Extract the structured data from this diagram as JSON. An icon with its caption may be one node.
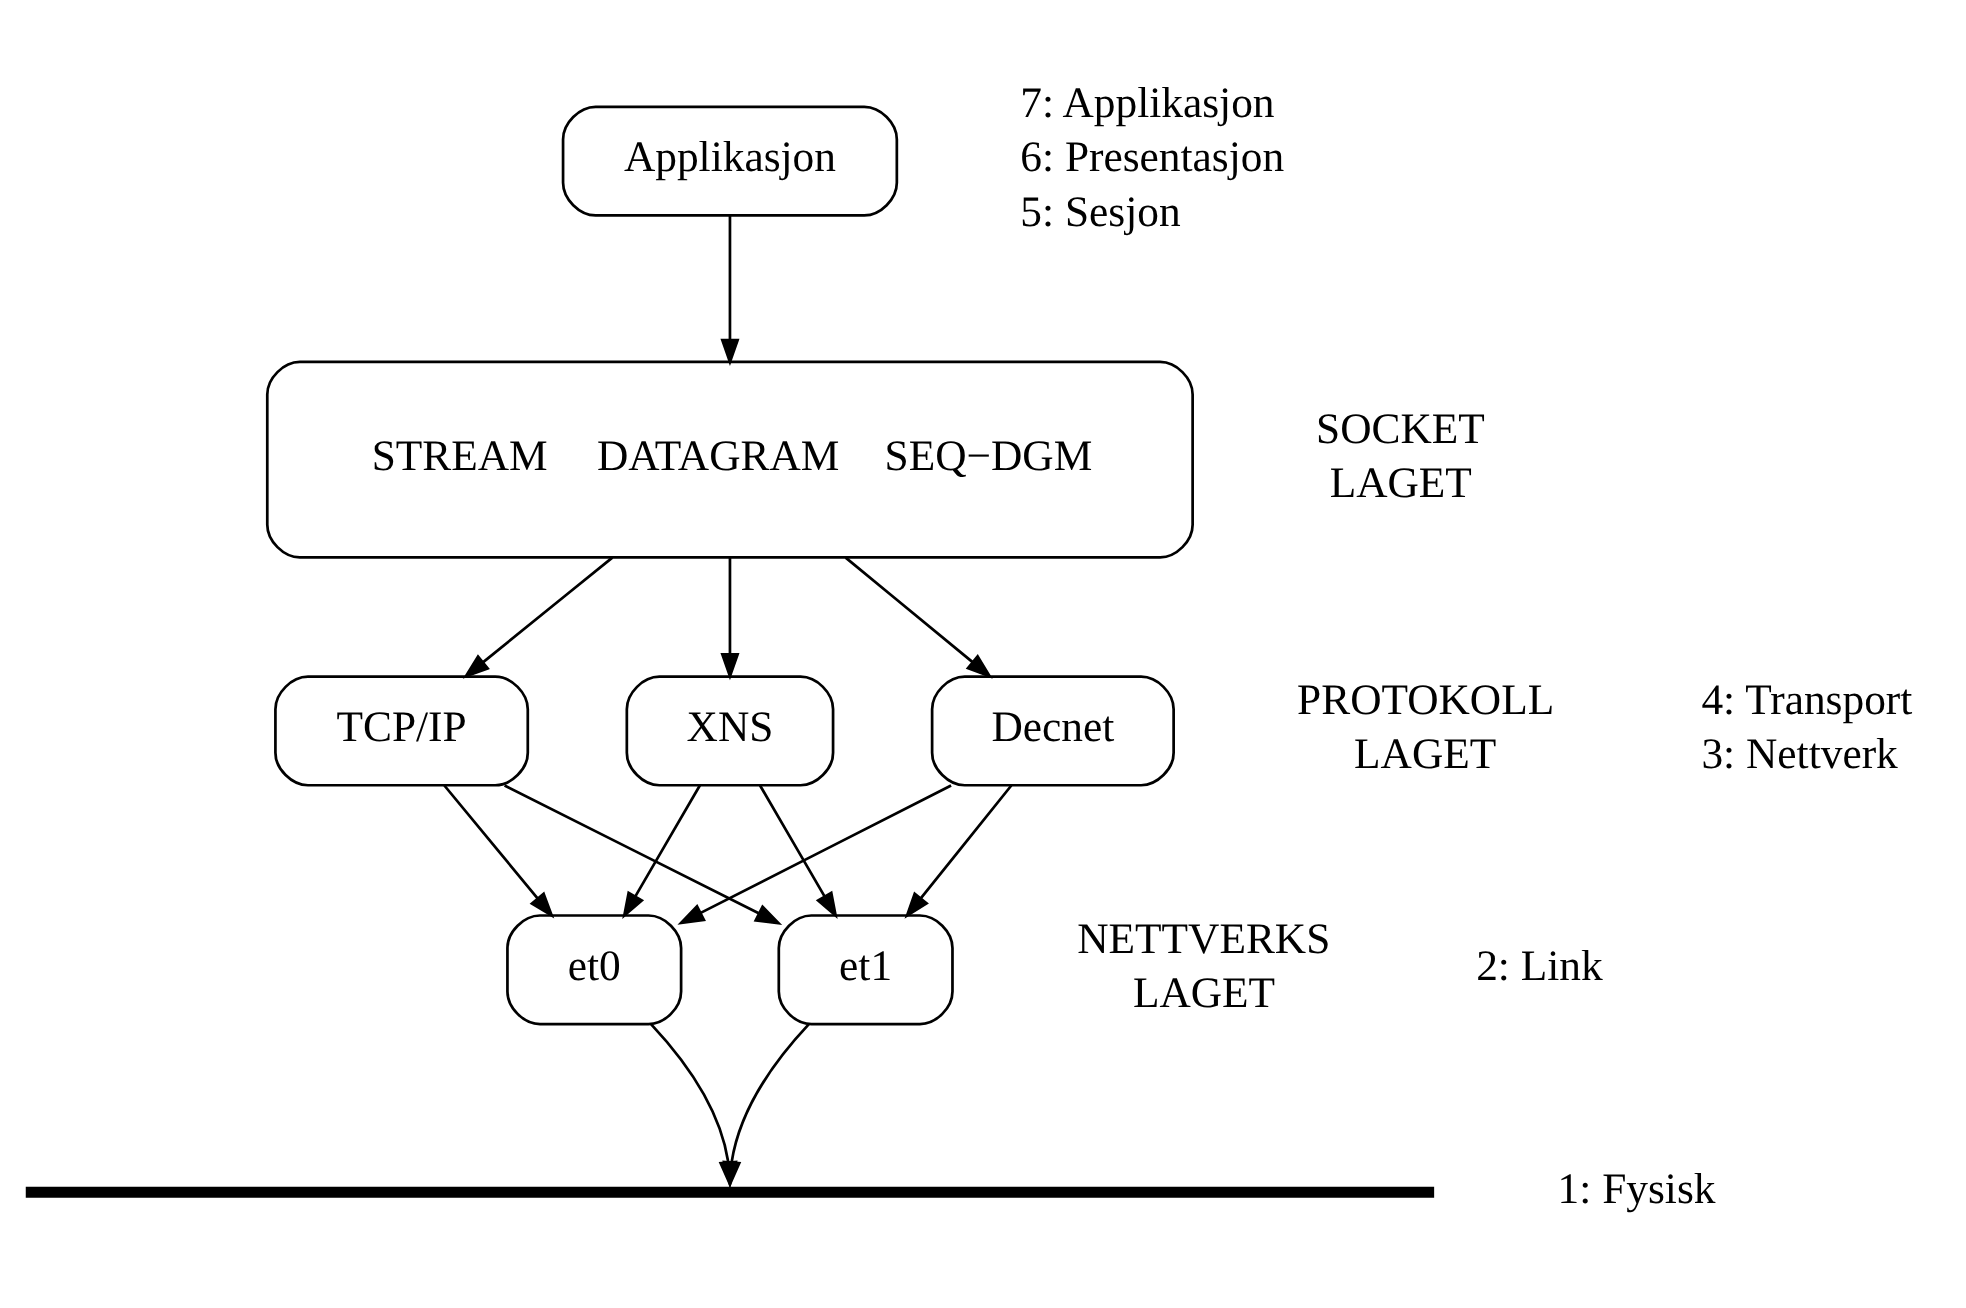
{
  "diagram": {
    "nodes": [
      {
        "text": [
          "Applikasjon"
        ]
      },
      {
        "text": [
          "STREAM",
          "DATAGRAM",
          "SEQ−DGM"
        ]
      },
      {
        "text": [
          "TCP/IP"
        ]
      },
      {
        "text": [
          "XNS"
        ]
      },
      {
        "text": [
          "Decnet"
        ]
      },
      {
        "text": [
          "et0"
        ]
      },
      {
        "text": [
          "et1"
        ]
      },
      {
        "text": [],
        "shape": "bar"
      }
    ],
    "edges": [
      {
        "from": 0,
        "to": 1,
        "arrow": "to"
      },
      {
        "from": 1,
        "to": 2,
        "arrow": "to"
      },
      {
        "from": 1,
        "to": 3,
        "arrow": "to"
      },
      {
        "from": 1,
        "to": 4,
        "arrow": "to"
      },
      {
        "from": 2,
        "to": 5,
        "arrow": "to"
      },
      {
        "from": 2,
        "to": 6,
        "arrow": "to"
      },
      {
        "from": 3,
        "to": 5,
        "arrow": "to"
      },
      {
        "from": 3,
        "to": 6,
        "arrow": "to"
      },
      {
        "from": 4,
        "to": 5,
        "arrow": "to"
      },
      {
        "from": 4,
        "to": 6,
        "arrow": "to"
      },
      {
        "from": 5,
        "to": 7,
        "arrow": "to"
      },
      {
        "from": 6,
        "to": 7,
        "arrow": "to"
      }
    ],
    "labels": [
      "7: Applikasjon",
      "6: Presentasjon",
      "5: Sesjon",
      "SOCKET LAGET",
      "PROTOKOLL LAGET",
      "4: Transport",
      "3: Nettverk",
      "NETTVERKS LAGET",
      "2: Link",
      "1: Fysisk"
    ]
  }
}
